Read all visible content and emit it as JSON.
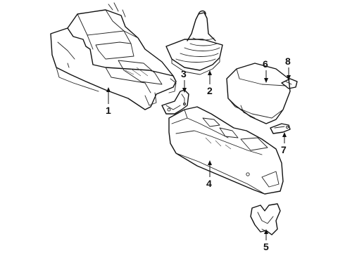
{
  "parts": [
    {
      "id": "front-console",
      "callout": "1"
    },
    {
      "id": "shift-boot",
      "callout": "2"
    },
    {
      "id": "front-bracket",
      "callout": "3"
    },
    {
      "id": "rear-console",
      "callout": "4"
    },
    {
      "id": "rear-bracket",
      "callout": "5"
    },
    {
      "id": "armrest-lid",
      "callout": "6"
    },
    {
      "id": "lid-latch",
      "callout": "7"
    },
    {
      "id": "lid-hinge-clip",
      "callout": "8"
    }
  ]
}
